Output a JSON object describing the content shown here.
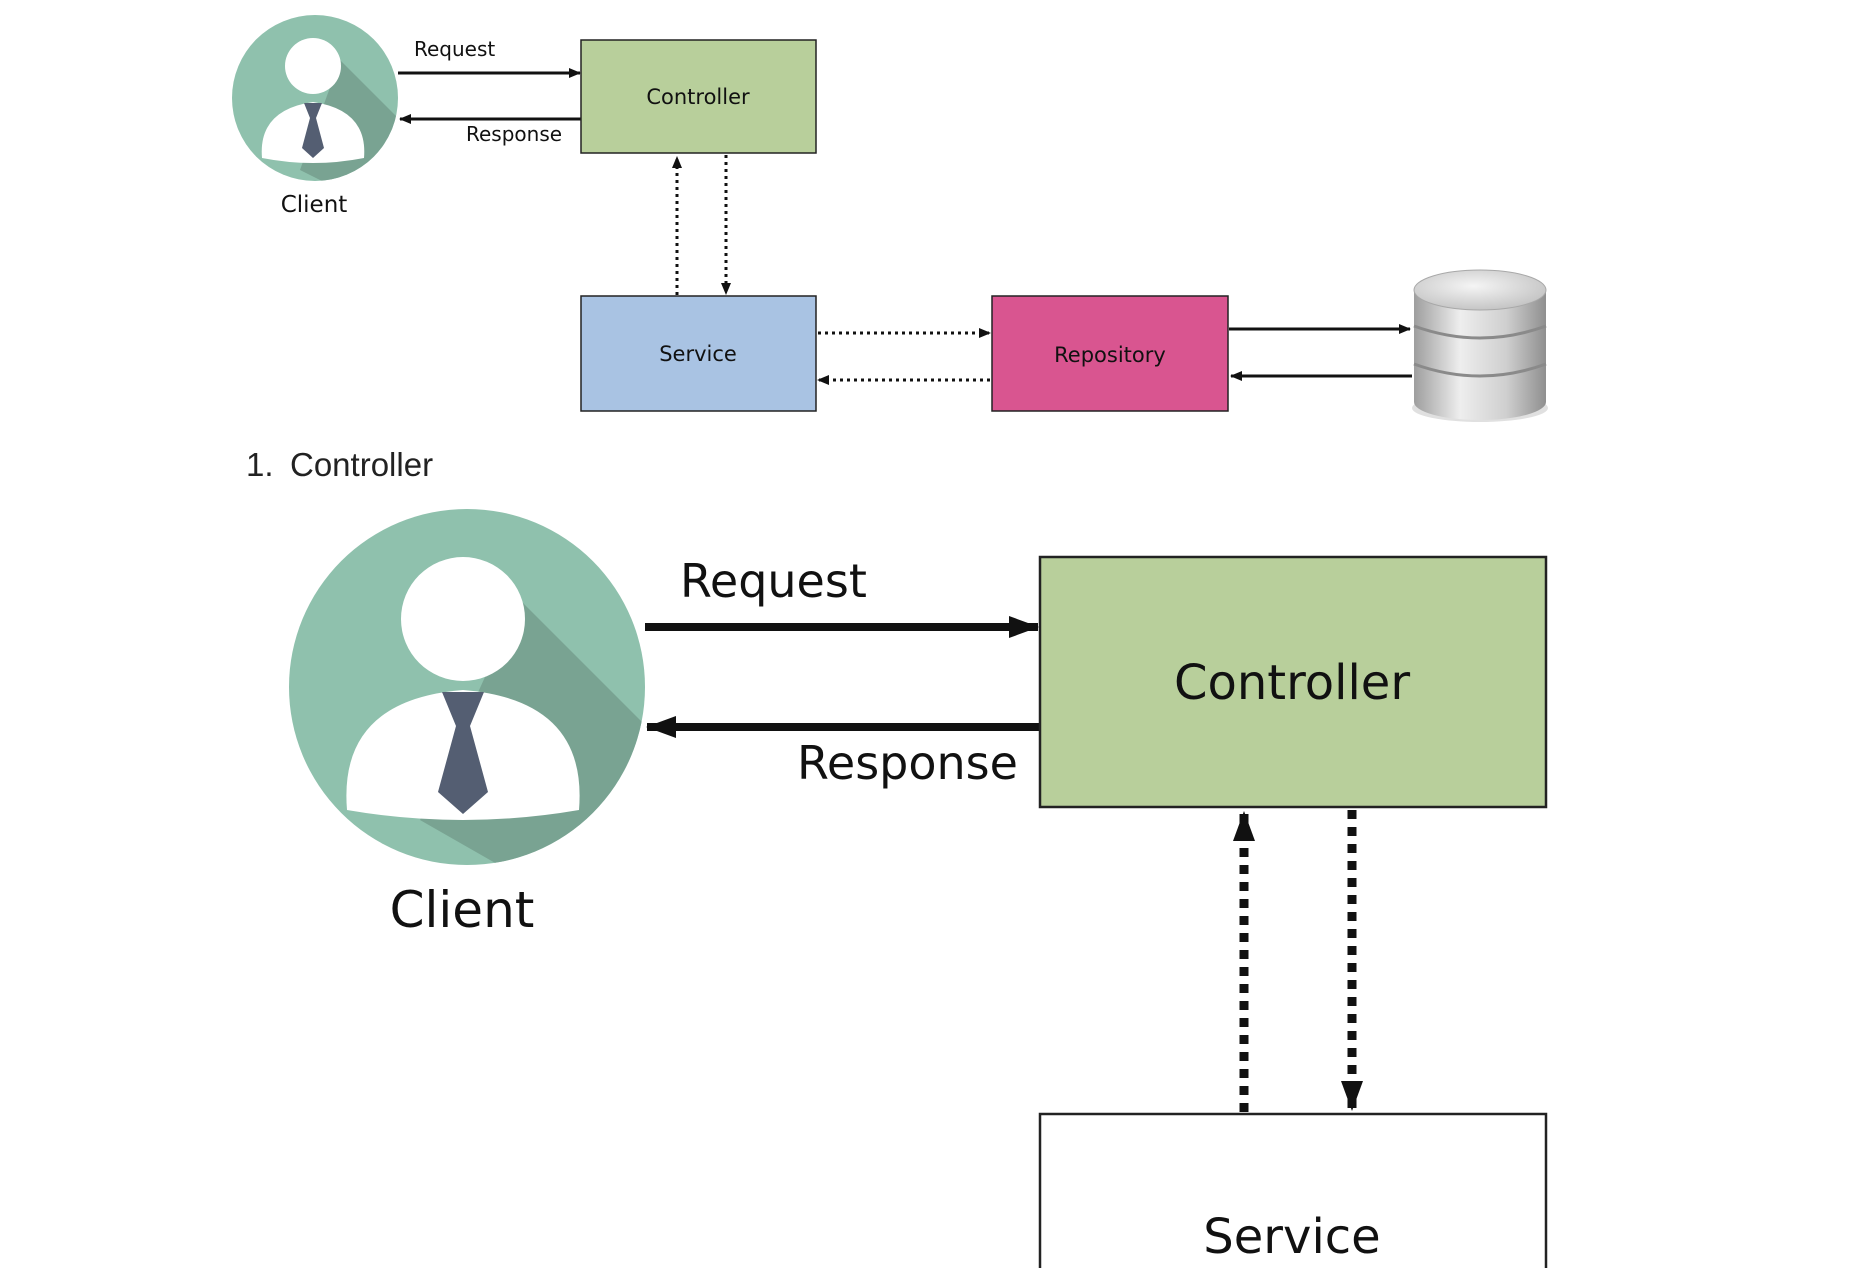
{
  "colors": {
    "controller_fill": "#b8cf9b",
    "service_fill_top": "#a9c3e3",
    "service_fill_bottom": "#ffffff",
    "repository_fill": "#d95590",
    "client_circle": "#8fc1ad",
    "client_shadow": "#77a08f",
    "tie": "#545e72",
    "database_gray": "#cfcfcf"
  },
  "top_diagram": {
    "client_label": "Client",
    "request_label": "Request",
    "response_label": "Response",
    "controller_label": "Controller",
    "service_label": "Service",
    "repository_label": "Repository"
  },
  "list": {
    "number": "1.",
    "title": "Controller"
  },
  "bottom_diagram": {
    "client_label": "Client",
    "request_label": "Request",
    "response_label": "Response",
    "controller_label": "Controller",
    "service_label": "Service"
  }
}
